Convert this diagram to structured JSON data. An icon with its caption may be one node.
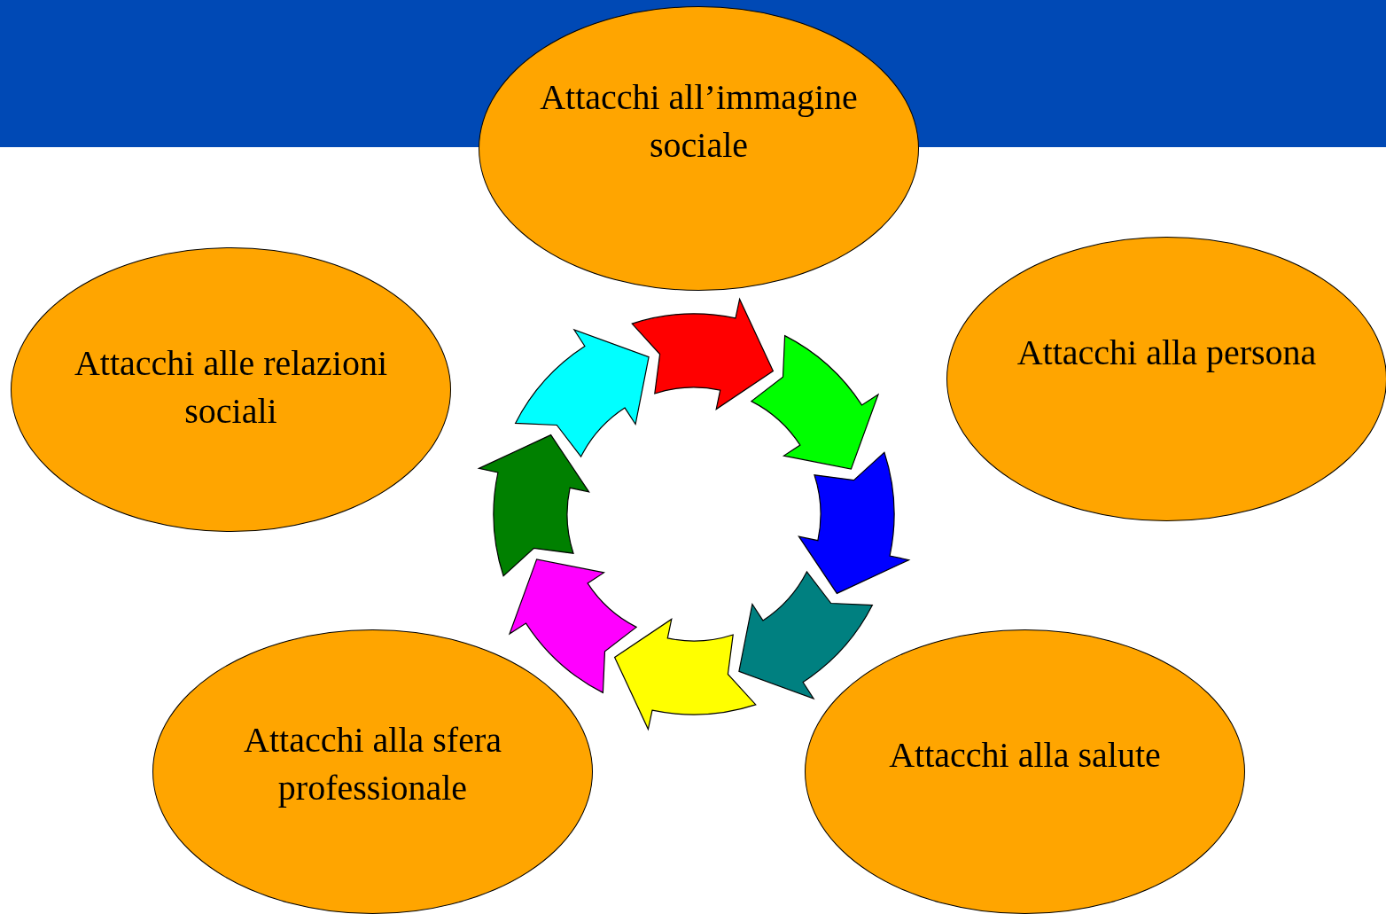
{
  "diagram": {
    "nodes": [
      {
        "text": [
          "Attacchi all’immagine sociale"
        ]
      },
      {
        "text": [
          "Attacchi alle relazioni sociali"
        ]
      },
      {
        "text": [
          "Attacchi alla persona"
        ]
      },
      {
        "text": [
          "Attacchi alla sfera professionale"
        ]
      },
      {
        "text": [
          "Attacchi alla salute"
        ]
      }
    ]
  }
}
